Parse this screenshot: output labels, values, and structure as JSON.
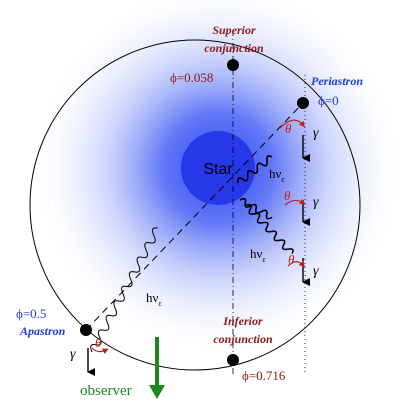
{
  "labels": {
    "star": "Star",
    "superior_line1": "Superior",
    "superior_line2": "conjunction",
    "superior_phase": "ϕ=0.058",
    "periastron": "Periastron",
    "periastron_phase": "ϕ=0",
    "inferior_line1": "Inferior",
    "inferior_line2": "conjunction",
    "inferior_phase": "ϕ=0.716",
    "apastron_phase": "ϕ=0.5",
    "apastron": "Apastron",
    "observer": "observer",
    "gamma": "γ",
    "theta": "θ",
    "photon_h": "hν",
    "photon_sub": "ε"
  },
  "colors": {
    "glow_blue": "#1f3df2",
    "star_blue": "#2638e8",
    "red_label": "#8b1a1a",
    "blue_label": "#1f3dd6",
    "observer_green": "#1a8a1a",
    "angle_red": "#c0201a"
  },
  "icons": {
    "observer_arrow": "arrow-down-icon"
  }
}
